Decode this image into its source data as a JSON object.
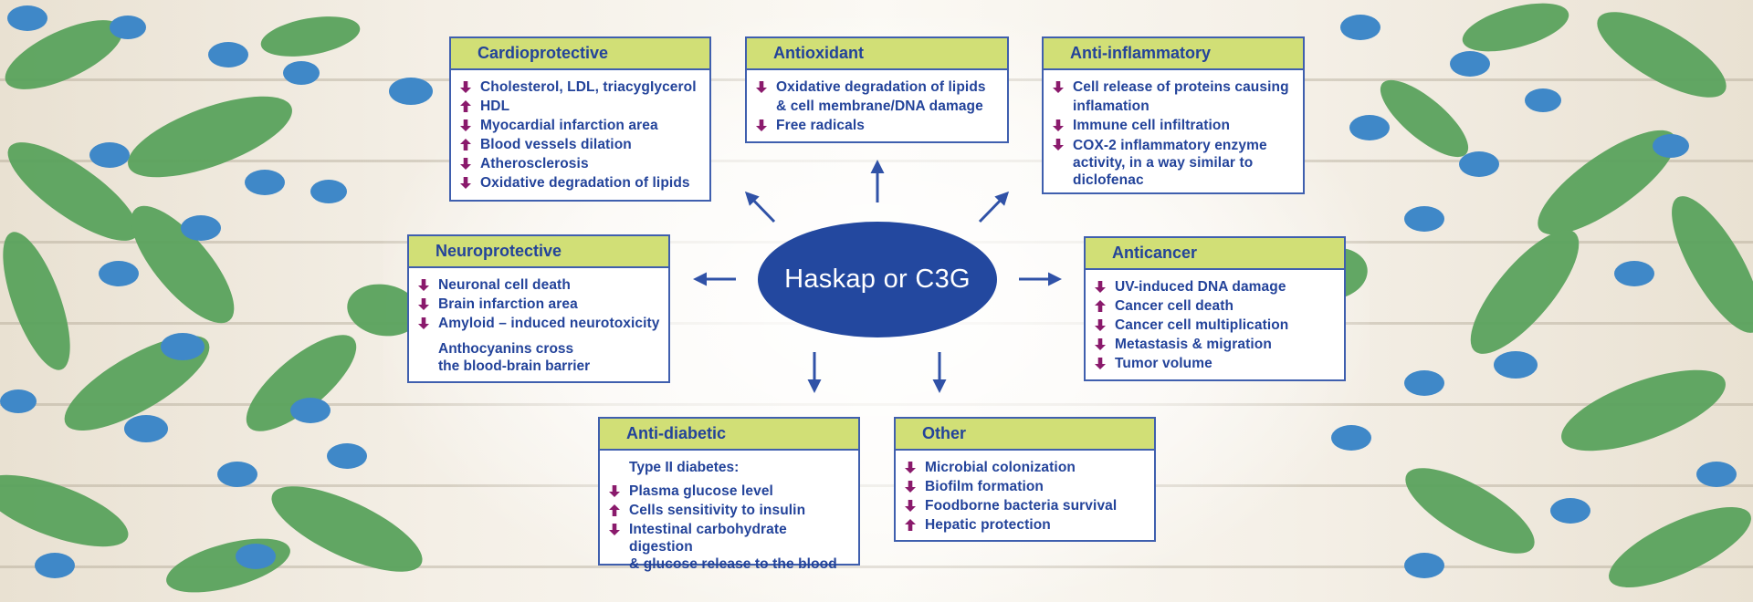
{
  "center": {
    "label": "Haskap or C3G"
  },
  "colors": {
    "header": "#d1df76",
    "border": "#3f5fae",
    "text": "#23439a",
    "center": "#23489f",
    "arrow_icon": "#8a1a6c"
  },
  "boxes": {
    "cardioprotective": {
      "title": "Cardioprotective",
      "items": [
        {
          "dir": "down",
          "text": "Cholesterol, LDL, triacygIycerol"
        },
        {
          "dir": "up",
          "text": "HDL"
        },
        {
          "dir": "down",
          "text": "Myocardial infarction area"
        },
        {
          "dir": "up",
          "text": "Blood vessels dilation"
        },
        {
          "dir": "down",
          "text": "Atherosclerosis"
        },
        {
          "dir": "down",
          "text": "Oxidative degradation of lipids"
        }
      ]
    },
    "antioxidant": {
      "title": "Antioxidant",
      "items": [
        {
          "dir": "down",
          "text": "Oxidative degradation of lipids",
          "text2": "& cell membrane/DNA damage"
        },
        {
          "dir": "down",
          "text": "Free radicals"
        }
      ]
    },
    "anti_inflammatory": {
      "title": "Anti-inflammatory",
      "items": [
        {
          "dir": "down",
          "text": "Cell release of proteins causing",
          "text2": "inflamation"
        },
        {
          "dir": "down",
          "text": "Immune cell infiltration"
        },
        {
          "dir": "down",
          "text": "COX-2 inflammatory enzyme",
          "text2": "activity, in a way similar to",
          "text3": "diclofenac"
        }
      ]
    },
    "neuroprotective": {
      "title": "Neuroprotective",
      "items": [
        {
          "dir": "down",
          "text": "Neuronal cell death"
        },
        {
          "dir": "down",
          "text": "Brain infarction area"
        },
        {
          "dir": "down",
          "text": "Amyloid – induced neurotoxicity"
        }
      ],
      "note_line1": "Anthocyanins cross",
      "note_line2": "the blood-brain barrier"
    },
    "anticancer": {
      "title": "Anticancer",
      "items": [
        {
          "dir": "down",
          "text": "UV-induced DNA damage"
        },
        {
          "dir": "up",
          "text": "Cancer cell death"
        },
        {
          "dir": "down",
          "text": "Cancer cell multiplication"
        },
        {
          "dir": "down",
          "text": "Metastasis & migration"
        },
        {
          "dir": "down",
          "text": "Tumor volume"
        }
      ]
    },
    "anti_diabetic": {
      "title": "Anti-diabetic",
      "note": "Type II diabetes:",
      "items": [
        {
          "dir": "down",
          "text": "Plasma glucose level"
        },
        {
          "dir": "up",
          "text": "Cells sensitivity to insulin"
        },
        {
          "dir": "down",
          "text": "Intestinal carbohydrate digestion",
          "text2": "& glucose release to the blood"
        }
      ]
    },
    "other": {
      "title": "Other",
      "items": [
        {
          "dir": "down",
          "text": "Microbial colonization"
        },
        {
          "dir": "down",
          "text": "Biofilm formation"
        },
        {
          "dir": "down",
          "text": "Foodborne bacteria survival"
        },
        {
          "dir": "up",
          "text": "Hepatic protection"
        }
      ]
    }
  }
}
